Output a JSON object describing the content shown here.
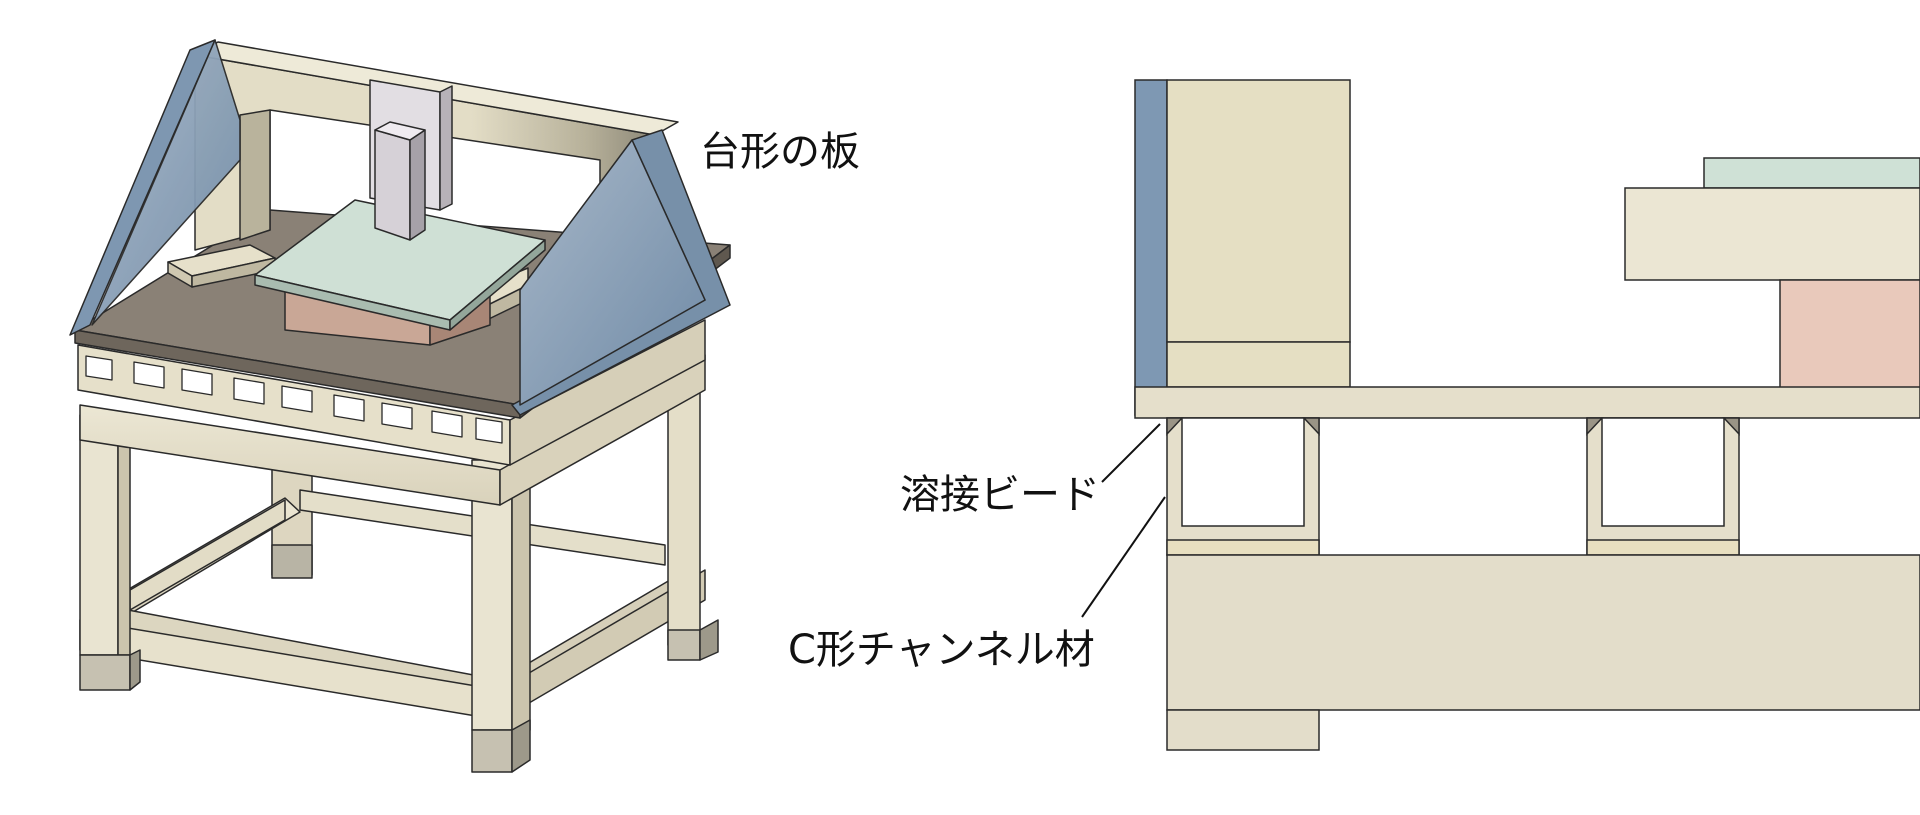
{
  "labels": {
    "trapezoid_plate": "台形の板",
    "weld_bead": "溶接ビード",
    "c_channel": "C形チャンネル材"
  },
  "colors": {
    "frame": "#e7e1cc",
    "frame_shade": "#cfc8b1",
    "side_plate": "#7a93ad",
    "top_plate": "#8a8176",
    "table_glass": "#cfe0d5",
    "spindle": "#d8d4d8",
    "block_pink": "#d9b5a8",
    "leg_foot": "#b8b4a5",
    "outline": "#2a2a2a"
  }
}
